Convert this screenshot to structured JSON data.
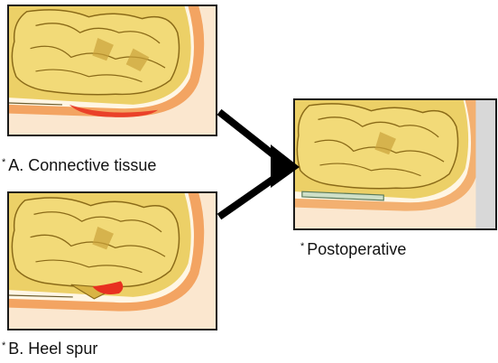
{
  "labels": {
    "a_star": "*",
    "a_text": "A. Connective tissue",
    "b_star": "*",
    "b_text": "B. Heel spur",
    "c_star": "*",
    "c_text": "Postoperative"
  },
  "colors": {
    "bone": "#e8c84a",
    "bone_shadow": "#9c7a1e",
    "flesh": "#f2b070",
    "skin": "#f6d6a8",
    "inflamed": "#e83020",
    "arrow": "#000000"
  },
  "icons": {
    "arrow_a": "arrow-right-icon",
    "arrow_b": "arrow-right-icon"
  }
}
